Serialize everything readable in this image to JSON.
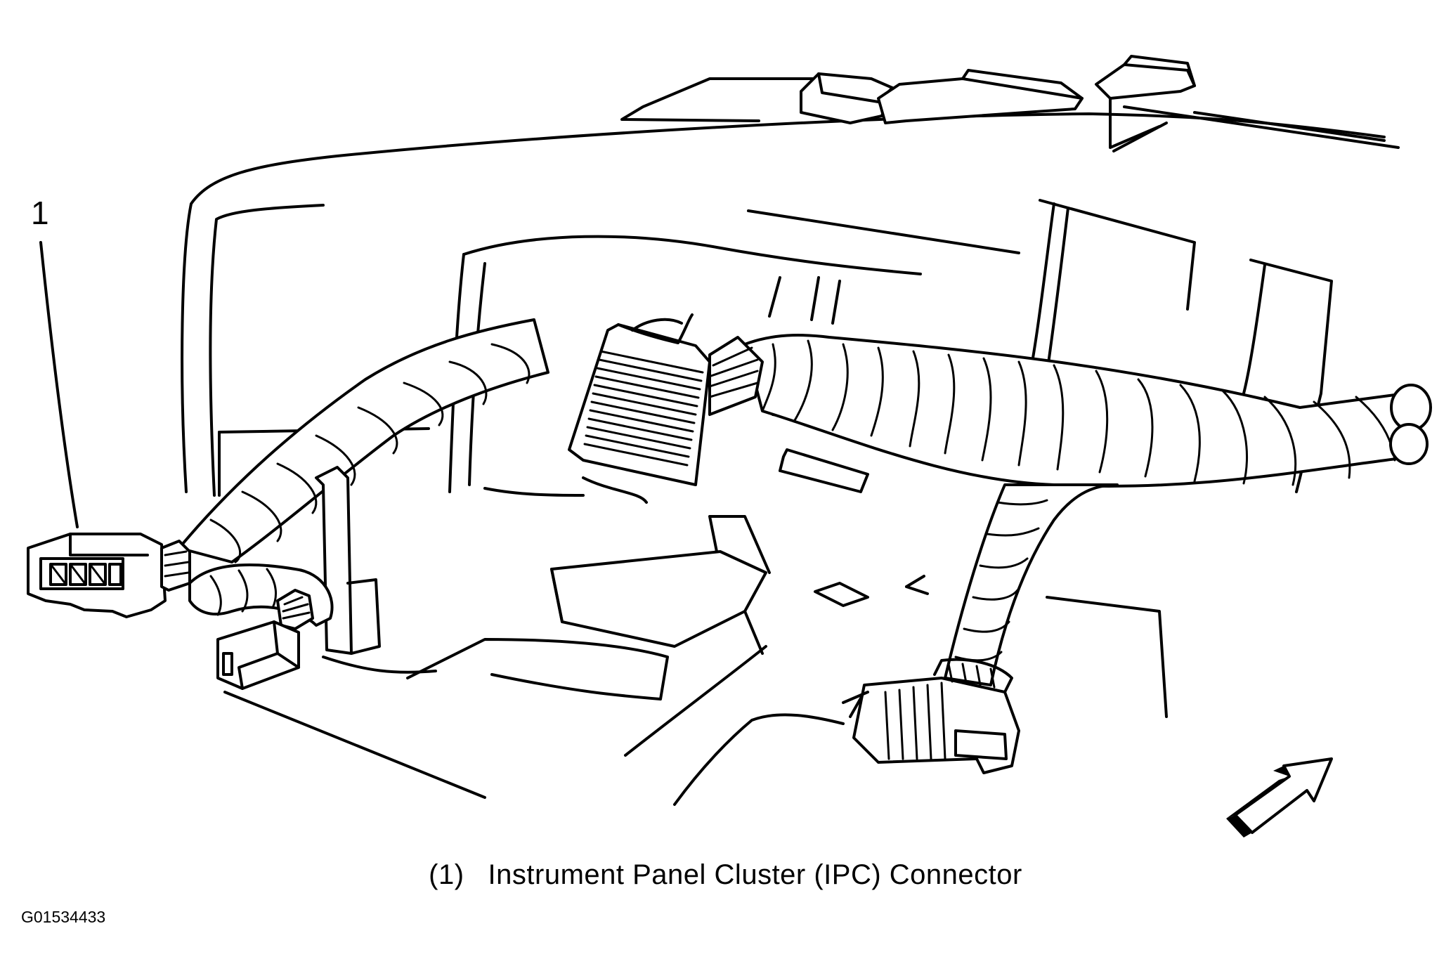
{
  "callout": {
    "number": "1"
  },
  "caption": {
    "number": "(1)",
    "text": "Instrument Panel Cluster (IPC) Connector"
  },
  "figure_id": "G01534433",
  "icons": {
    "direction_arrow": "forward-direction-arrow-icon"
  }
}
